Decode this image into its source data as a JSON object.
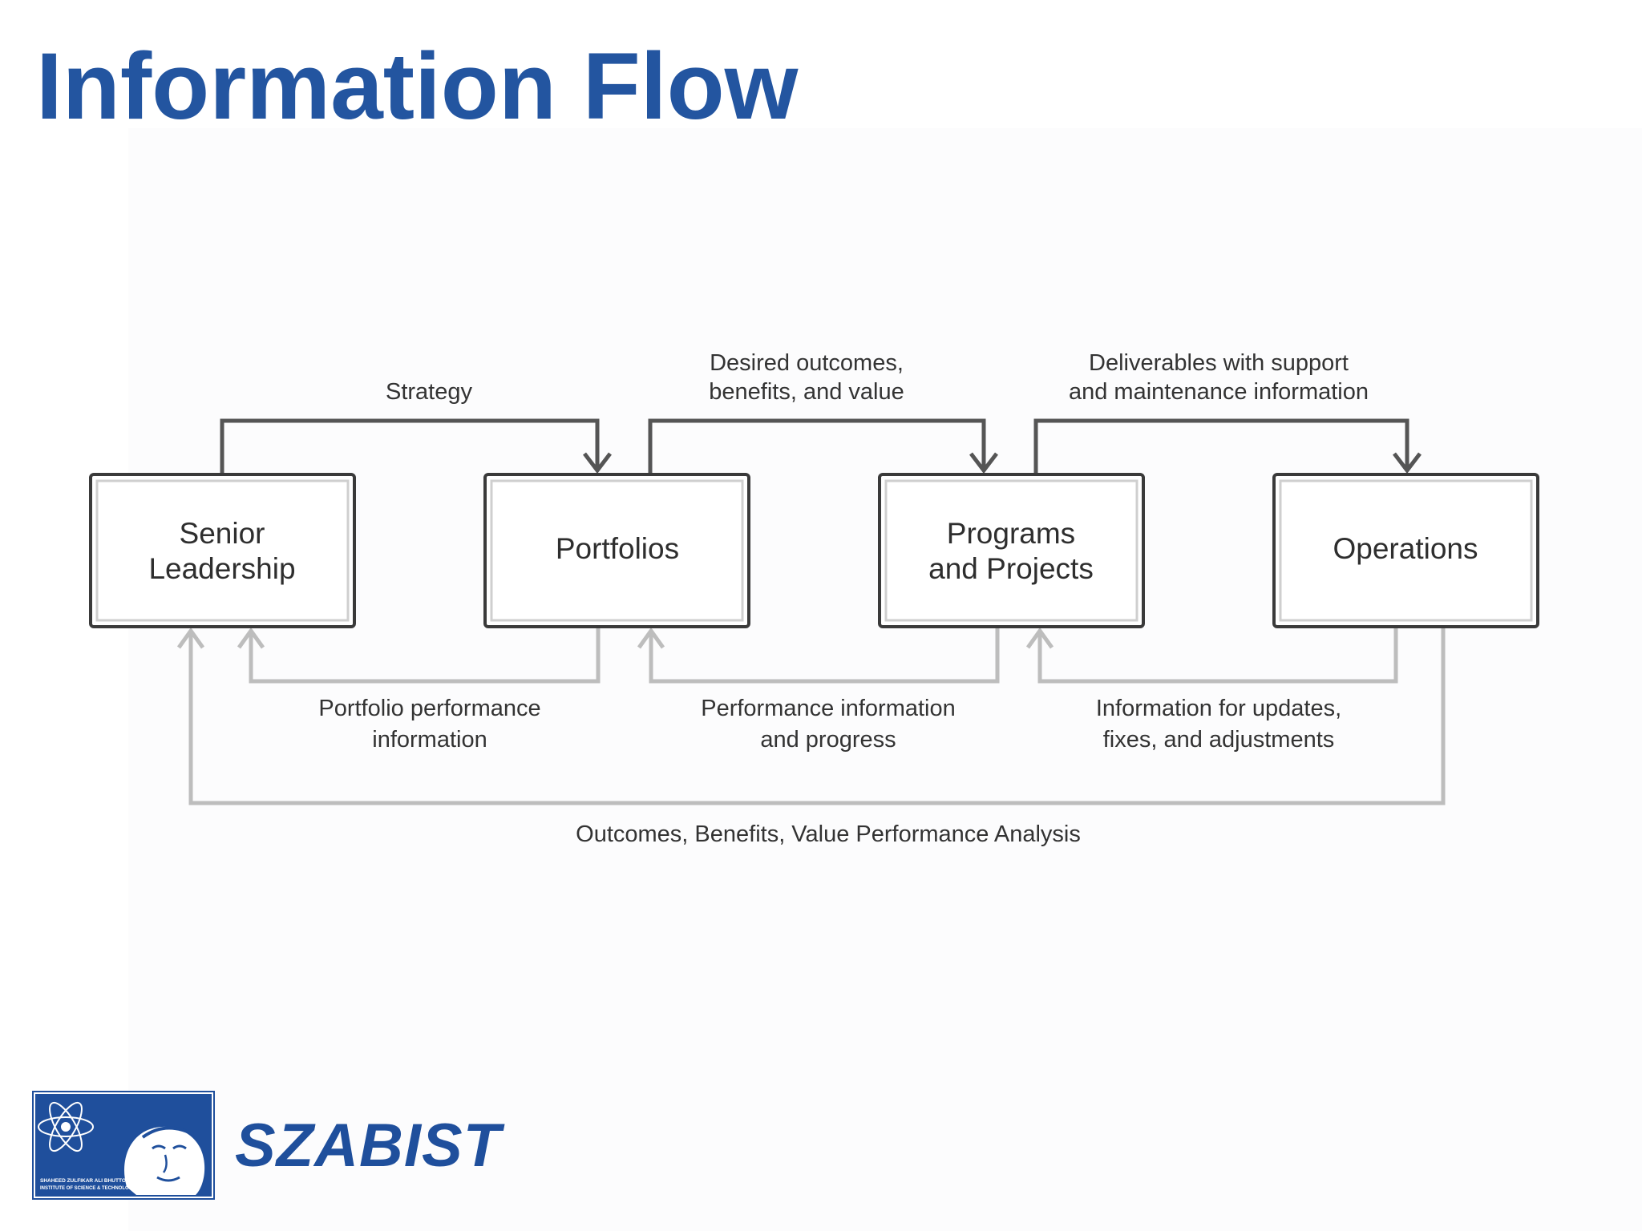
{
  "slide": {
    "title": "Information Flow"
  },
  "diagram": {
    "boxes": {
      "senior_leadership": {
        "line1": "Senior",
        "line2": "Leadership"
      },
      "portfolios": {
        "line1": "Portfolios"
      },
      "programs_projects": {
        "line1": "Programs",
        "line2": "and Projects"
      },
      "operations": {
        "line1": "Operations"
      }
    },
    "top_flows": {
      "strategy": {
        "line1": "Strategy"
      },
      "desired_outcomes": {
        "line1": "Desired outcomes,",
        "line2": "benefits, and value"
      },
      "deliverables": {
        "line1": "Deliverables with support",
        "line2": "and maintenance information"
      }
    },
    "bottom_flows": {
      "portfolio_performance": {
        "line1": "Portfolio performance",
        "line2": "information"
      },
      "performance_progress": {
        "line1": "Performance information",
        "line2": "and progress"
      },
      "updates_fixes": {
        "line1": "Information for updates,",
        "line2": "fixes, and adjustments"
      },
      "outcomes_analysis": {
        "line1": "Outcomes, Benefits, Value Performance Analysis"
      }
    },
    "colors": {
      "title": "#2355a0",
      "forward_arrow": "#555555",
      "feedback_arrow": "#bdbdbd",
      "logo_blue": "#1f4f9c"
    }
  },
  "logo": {
    "name": "SZABIST",
    "seal_caption_line1": "SHAHEED ZULFIKAR ALI BHUTTO",
    "seal_caption_line2": "INSTITUTE OF SCIENCE & TECHNOLOGY"
  }
}
